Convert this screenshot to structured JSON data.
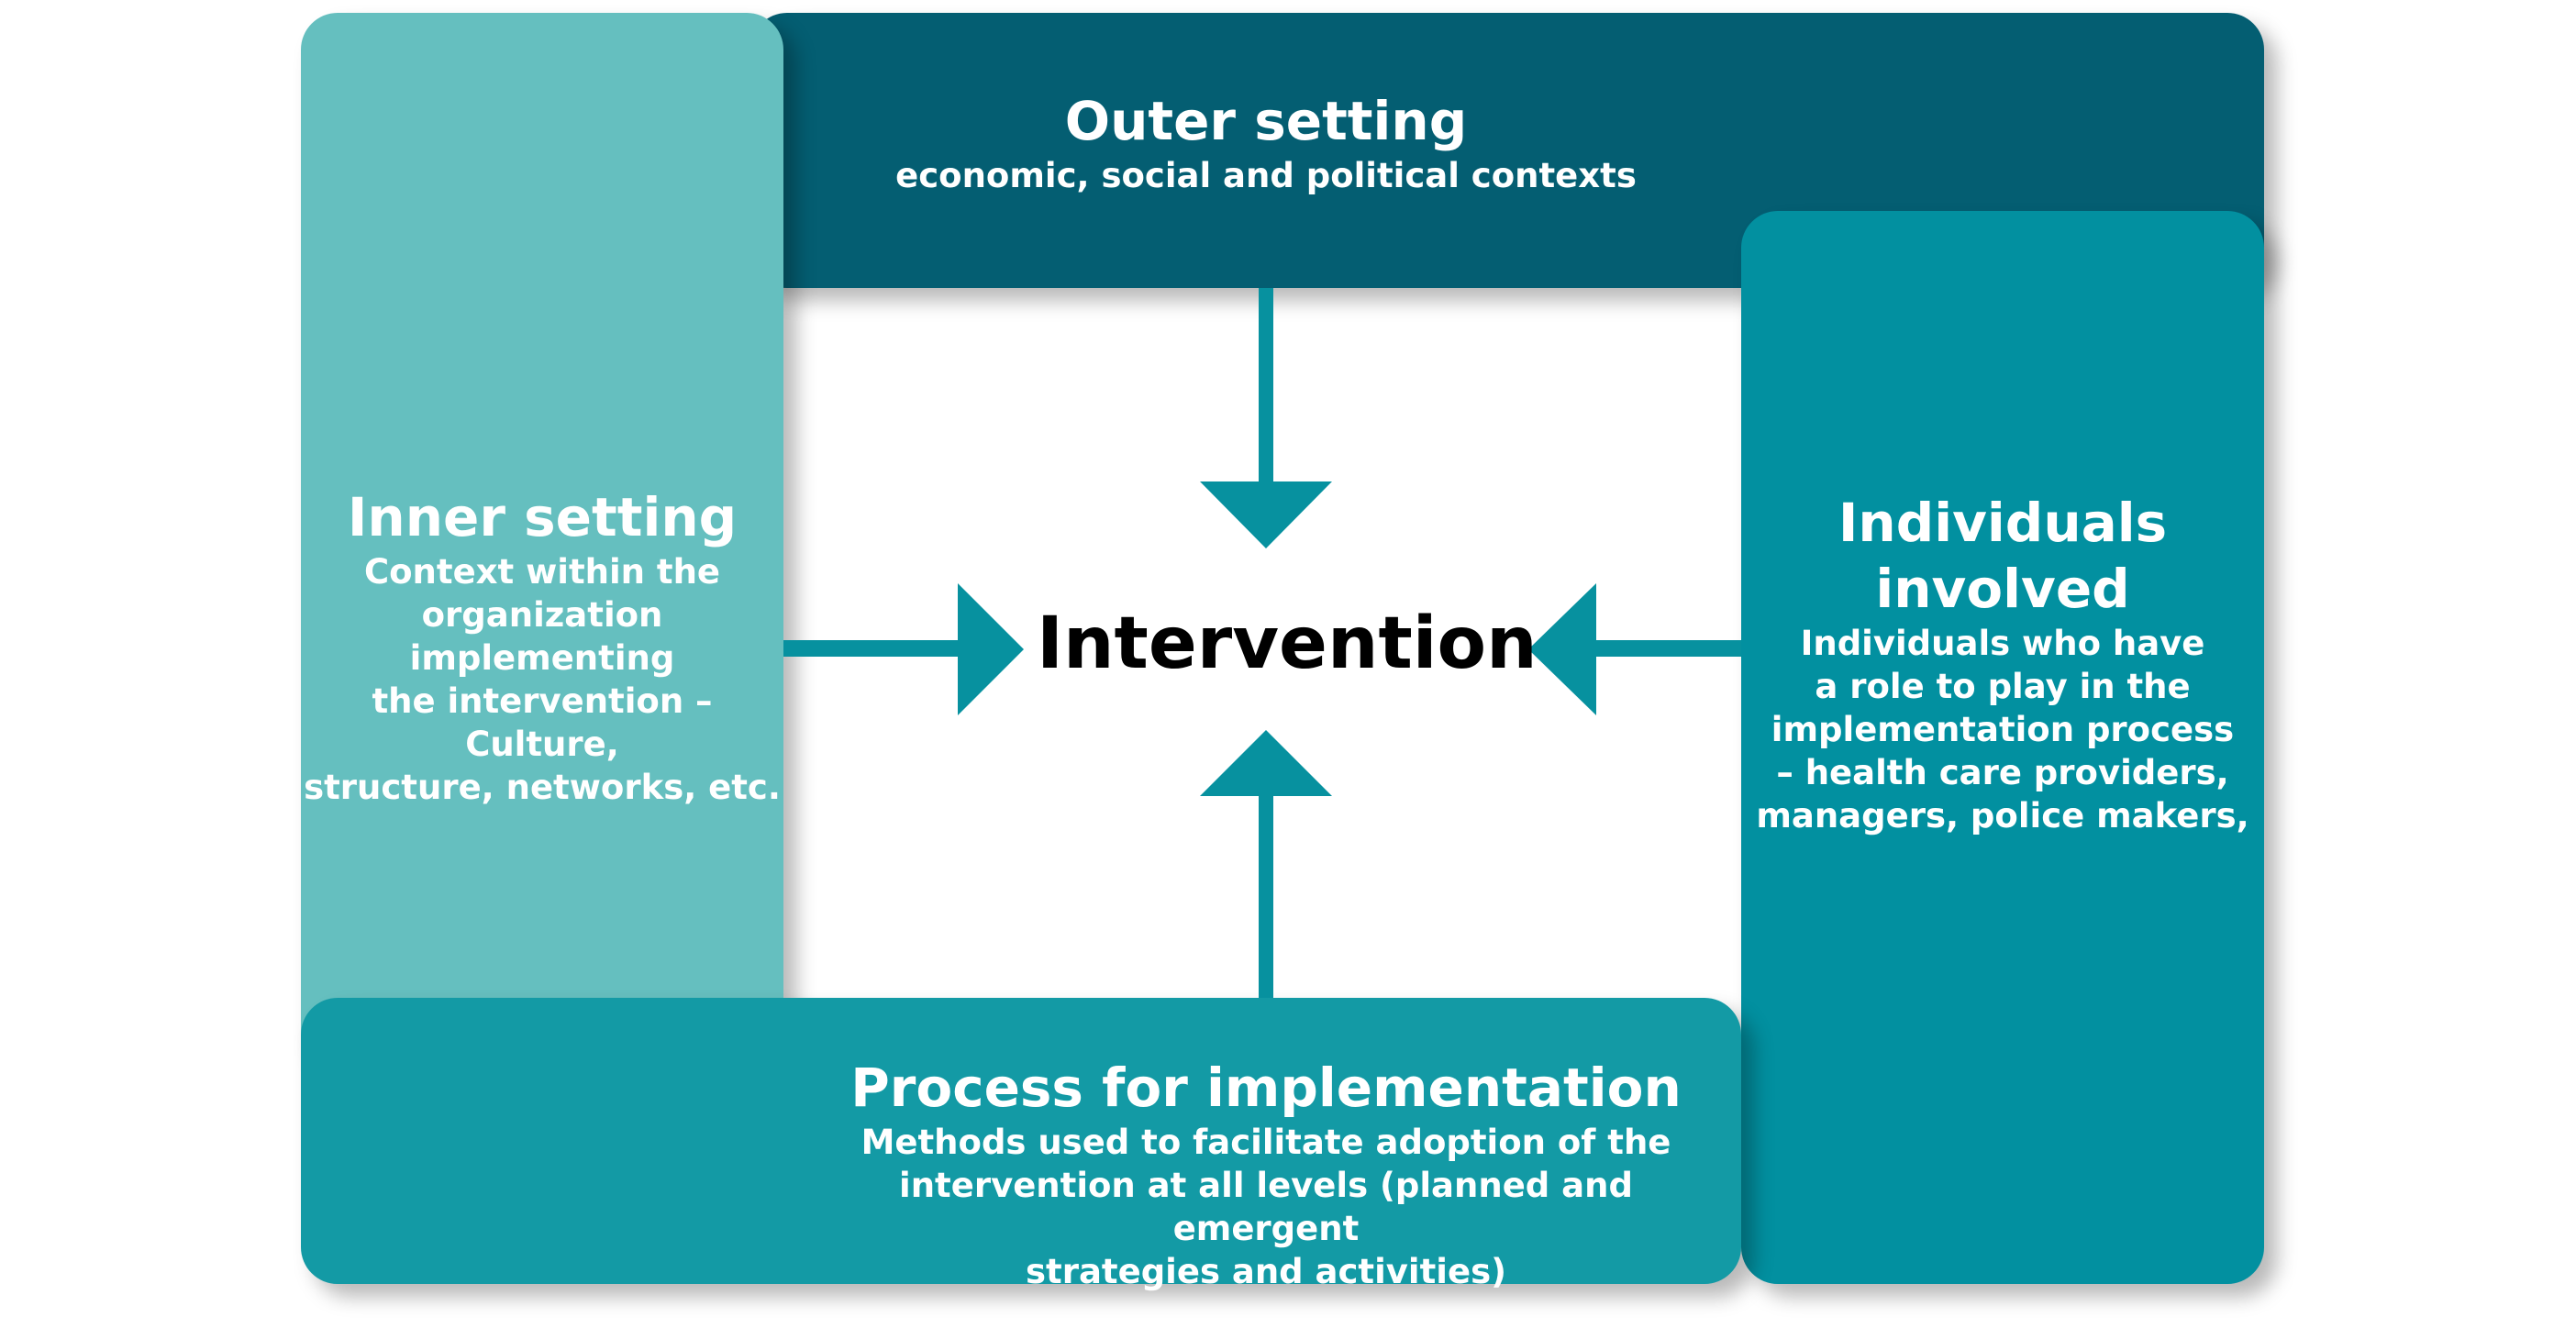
{
  "outer_setting": {
    "title": "Outer setting",
    "description": "economic, social and political contexts"
  },
  "inner_setting": {
    "title": "Inner setting",
    "description_lines": [
      "Context within the",
      "organization implementing",
      "the intervention – Culture,",
      "structure, networks, etc."
    ]
  },
  "individuals_involved": {
    "title_lines": [
      "Individuals",
      "involved"
    ],
    "description_lines": [
      "Individuals who have",
      "a role to play in the",
      "implementation process",
      "– health care providers,",
      "managers, police makers,"
    ]
  },
  "process": {
    "title": "Process for implementation",
    "description_lines": [
      "Methods used to facilitate adoption of the",
      "intervention at all levels (planned and emergent",
      "strategies and activities)"
    ]
  },
  "center": {
    "label": "Intervention"
  },
  "colors": {
    "outer": "#045e72",
    "inner": "#65bfbf",
    "individuals": "#0290a0",
    "process": "#139aa5",
    "arrow": "#07919f"
  }
}
